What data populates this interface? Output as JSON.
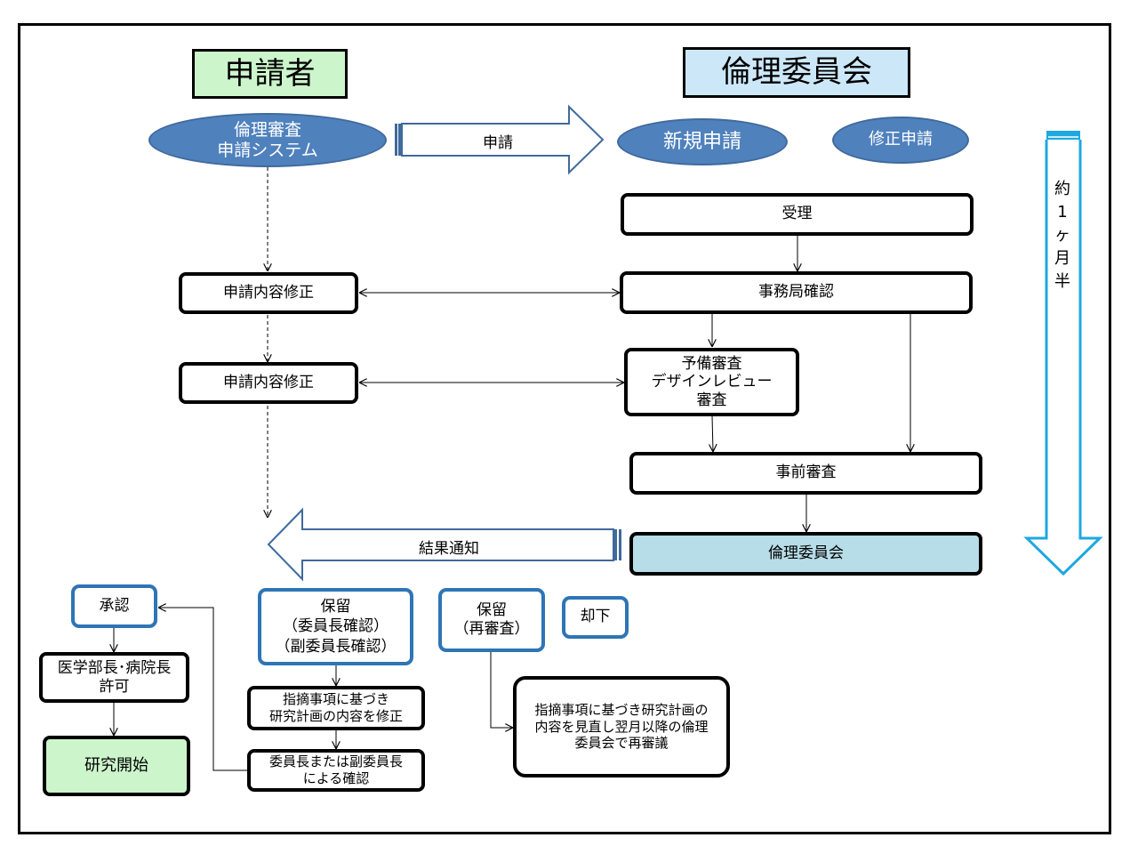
{
  "headers": {
    "applicant": "申請者",
    "committee": "倫理委員会"
  },
  "ellipses": {
    "system": "倫理審査\n申請システム",
    "new_application": "新規申請",
    "revision_application": "修正申請"
  },
  "arrows": {
    "apply": "申請",
    "result_notice": "結果通知",
    "duration": "約\n1\nヶ\n月\n半"
  },
  "applicant_steps": {
    "revise_1": "申請内容修正",
    "revise_2": "申請内容修正"
  },
  "committee_steps": {
    "receipt": "受理",
    "secretariat_check": "事務局確認",
    "preliminary_review": "予備審査\nデザインレビュー\n審査",
    "pre_review": "事前審査",
    "committee_meeting": "倫理委員会"
  },
  "outcomes": {
    "approval": "承認",
    "hold_chair": "保留\n（委員長確認）\n（副委員長確認）",
    "hold_rereview": "保留\n（再審査）",
    "rejection": "却下"
  },
  "followups": {
    "dean_permission": "医学部長･病院長\n許可",
    "research_start": "研究開始",
    "revise_plan": "指摘事項に基づき\n研究計画の内容を修正",
    "chair_confirm": "委員長または副委員長\nによる確認",
    "rereview_note": "指摘事項に基づき研究計画の\n内容を見直し翌月以降の倫理\n委員会で再審議"
  },
  "colors": {
    "ellipse_fill": "#4f81bd",
    "outcome_border": "#2e75b6",
    "duration_arrow": "#1ea8e0",
    "committee_fill": "#b7dde8",
    "start_fill": "#ccf5cc"
  }
}
